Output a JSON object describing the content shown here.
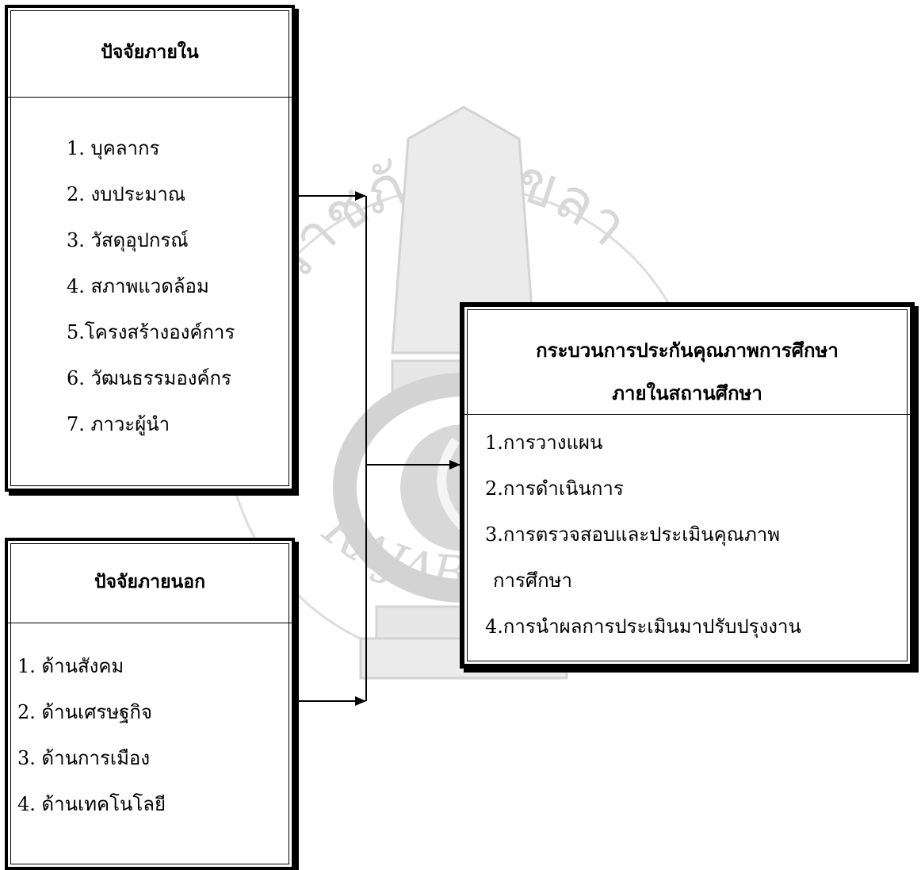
{
  "internal": {
    "title": "ปัจจัยภายใน",
    "items": [
      "1. บุคลากร",
      "2. งบประมาณ",
      "3. วัสดุอุปกรณ์",
      "4. สภาพแวดล้อม",
      "5.โครงสร้างองค์การ",
      "6. วัฒนธรรมองค์กร",
      "7. ภาวะผู้นำ"
    ]
  },
  "external": {
    "title": "ปัจจัยภายนอก",
    "items": [
      "1. ด้านสังคม",
      "2. ด้านเศรษฐกิจ",
      "3. ด้านการเมือง",
      "4. ด้านเทคโนโลยี"
    ]
  },
  "process": {
    "title_line1": "กระบวนการประกันคุณภาพการศึกษา",
    "title_line2": "ภายในสถานศึกษา",
    "items": [
      "1.การวางแผน",
      "2.การดำเนินการ",
      "3.การตรวจสอบและประเมินคุณภาพ",
      "การศึกษา",
      "4.การนำผลการประเมินมาปรับปรุงงาน"
    ]
  },
  "watermark": {
    "arc_text": "ลัยราชภัฏสงขลา",
    "bottom_text": "RAJABHAT UNIVE"
  }
}
